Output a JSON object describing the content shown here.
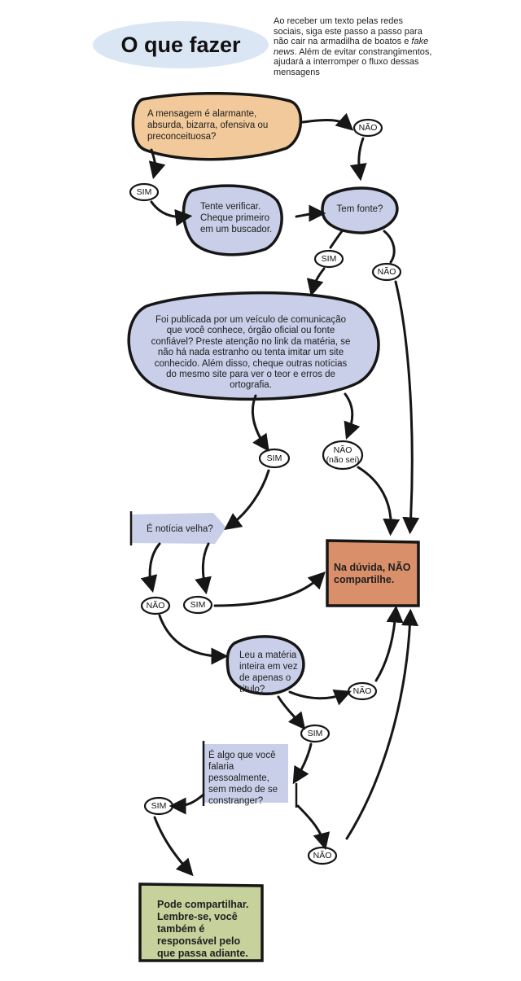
{
  "title": "O que fazer",
  "intro": {
    "before": "Ao receber um texto pelas redes sociais, siga este passo a passo para não cair na armadilha de boatos e ",
    "emphasis": "fake news",
    "after": ". Além de evitar constrangimentos, ajudará a interromper o fluxo dessas mensagens"
  },
  "nodes": {
    "q_alarming": "A mensagem é alarmante, absurda, bizarra, ofensiva ou preconceituosa?",
    "try_verify": "Tente verificar. Cheque primeiro em um buscador.",
    "has_source": "Tem fonte?",
    "published_by": "Foi publicada por um veículo de comunicação que você conhece, órgão oficial ou fonte confiável? Preste atenção no link da matéria, se não há nada estranho ou tenta imitar um site conhecido. Além disso, cheque outras notícias do mesmo site para ver o teor e erros de ortografia.",
    "old_news": "É notícia velha?",
    "dont_share": "Na dúvida, NÃO compartilhe.",
    "read_full": "Leu a matéria inteira em vez de apenas o título?",
    "say_personally": "É algo que você falaria pessoalmente, sem medo de se constranger?",
    "can_share": "Pode compartilhar. Lembre-se, você também é responsável pelo que passa adiante."
  },
  "labels": {
    "no_1": "NÃO",
    "yes_1": "SIM",
    "yes_2": "SIM",
    "no_2": "NÃO",
    "yes_3": "SIM",
    "no_3_line1": "NÃO",
    "no_3_line2": "(não sei)",
    "no_4": "NÃO",
    "yes_4": "SIM",
    "no_5": "NÃO",
    "yes_5": "SIM",
    "yes_6": "SIM",
    "no_6": "NÃO"
  },
  "colors": {
    "orange_soft": "#f1c99a",
    "lavender": "#c9cfe8",
    "terracotta": "#d98f6a",
    "sage": "#c7d19c",
    "title_bubble": "#dbe6f4",
    "outline": "#161616"
  }
}
